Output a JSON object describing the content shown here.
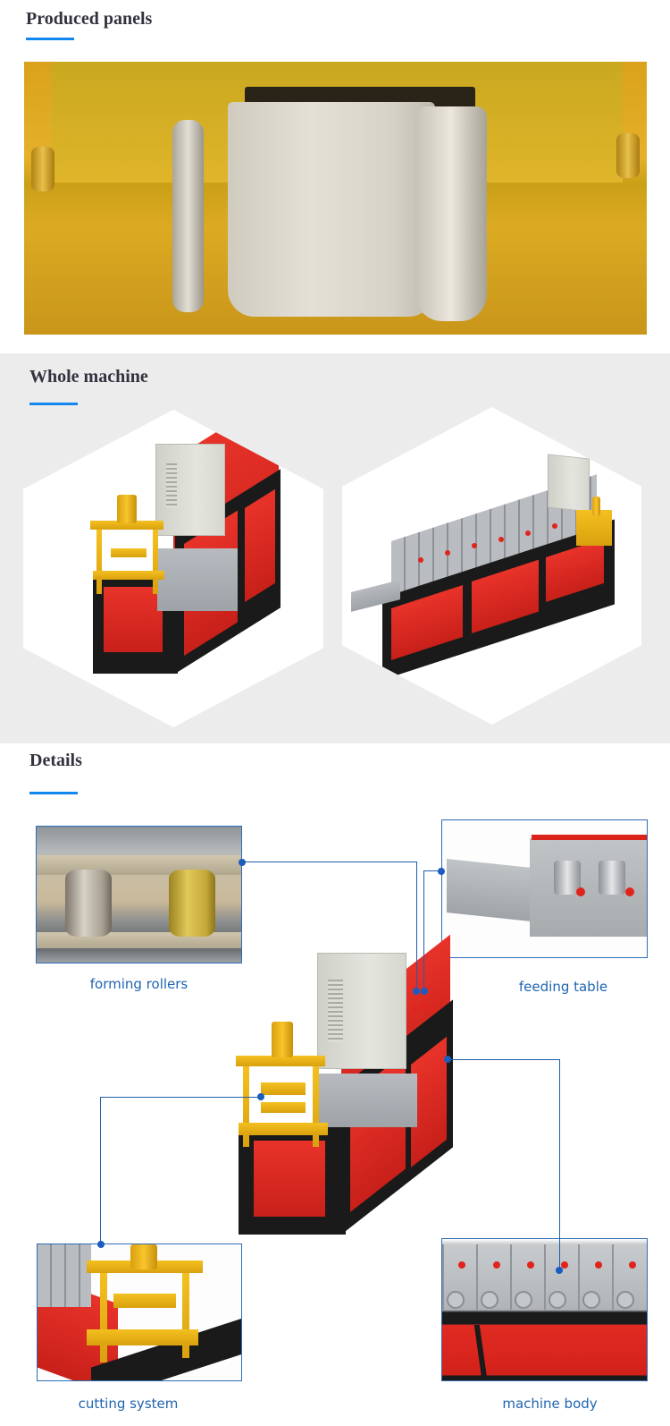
{
  "sections": {
    "produced_panels": {
      "title": "Produced panels"
    },
    "whole_machine": {
      "title": "Whole machine"
    },
    "details": {
      "title": "Details"
    }
  },
  "produced_panels_image": {
    "alt": "Formed steel panel profile exiting yellow cutting die"
  },
  "whole_machine_images": [
    {
      "alt": "Roll forming machine front view with yellow cutting system and control cabinet"
    },
    {
      "alt": "Roll forming machine side view with feeding table and forming stations"
    }
  ],
  "details": {
    "items": [
      {
        "label": "forming rollers",
        "alt": "Close-up of forming rollers"
      },
      {
        "label": "feeding table",
        "alt": "Close-up of feeding table"
      },
      {
        "label": "cutting system",
        "alt": "Close-up of hydraulic cutting system"
      },
      {
        "label": "machine body",
        "alt": "Close-up of machine body with forming stations"
      }
    ],
    "center_image": {
      "alt": "Complete roll forming machine with callouts"
    }
  },
  "colors": {
    "title_text": "#333340",
    "title_underline": "#1188f0",
    "band_background": "#ececec",
    "callout_line": "#1f5ea8",
    "label_text": "#1f64b0",
    "machine_red": "#e02a22",
    "machine_yellow": "#f4c020"
  }
}
